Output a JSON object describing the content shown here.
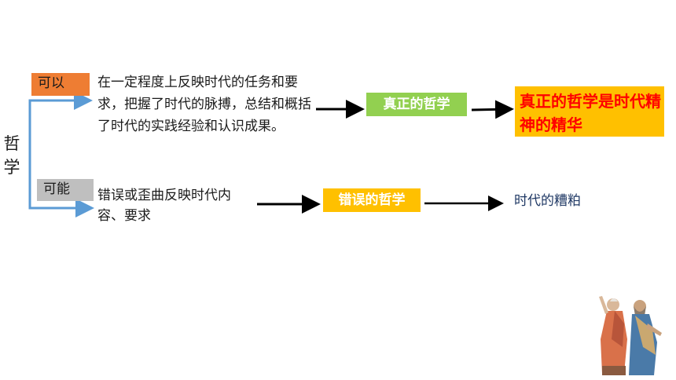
{
  "root": "哲学",
  "branches": {
    "can": {
      "tag": "可以",
      "description": "在一定程度上反映时代的任务和要求，把握了时代的脉搏，总结和概括了时代的实践经验和认识成果。",
      "result": "真正的哲学",
      "conclusion": "真正的哲学是时代精神的精华"
    },
    "cannot": {
      "tag": "可能",
      "description": "错误或歪曲反映时代内容、要求",
      "result": "错误的哲学",
      "conclusion": "时代的糟粕"
    }
  },
  "colors": {
    "tag_can": "#ee7d33",
    "tag_cannot": "#bfbfbf",
    "true_box": "#92d050",
    "false_box": "#ffc000",
    "essence_text": "#ff0000",
    "bracket": "#5b9bd5"
  },
  "image": {
    "label": "philosophers-illustration"
  }
}
